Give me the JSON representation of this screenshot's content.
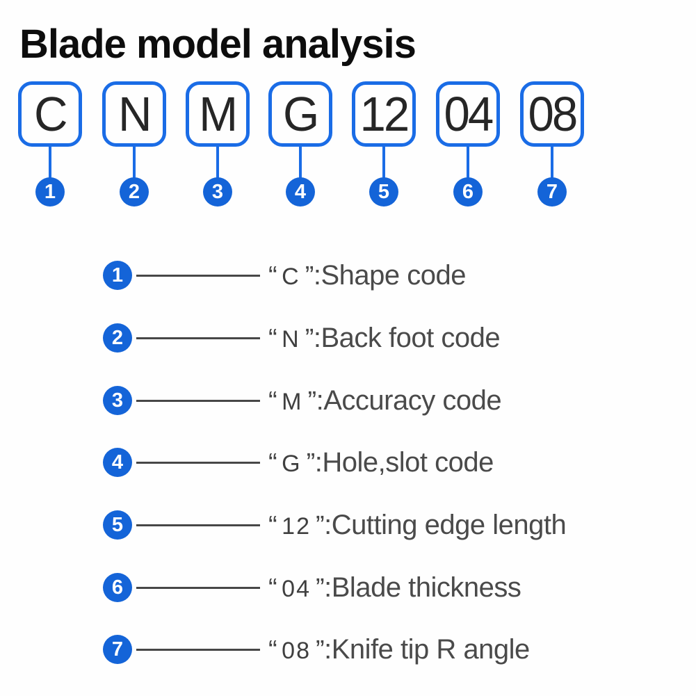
{
  "title": "Blade model analysis",
  "colors": {
    "box_border_blue": "#1a6ce6",
    "circle_fill_blue": "#1464d8",
    "legend_line_gray": "#474747",
    "box_text": "#262626",
    "legend_text": "#4a4a4a",
    "title_text": "#0d0d0d",
    "background": "#fefefe"
  },
  "model_code": {
    "segments": [
      {
        "index": "1",
        "value": "C"
      },
      {
        "index": "2",
        "value": "N"
      },
      {
        "index": "3",
        "value": "M"
      },
      {
        "index": "4",
        "value": "G"
      },
      {
        "index": "5",
        "value": "12"
      },
      {
        "index": "6",
        "value": "04"
      },
      {
        "index": "7",
        "value": "08"
      }
    ]
  },
  "legend": {
    "open_quote": "“",
    "close_quote": "”",
    "rows": [
      {
        "num": "1",
        "code": "C",
        "desc": ":Shape code"
      },
      {
        "num": "2",
        "code": "N",
        "desc": ":Back foot code"
      },
      {
        "num": "3",
        "code": "M",
        "desc": ":Accuracy code"
      },
      {
        "num": "4",
        "code": "G",
        "desc": ":Hole,slot code"
      },
      {
        "num": "5",
        "code": "12",
        "desc": ":Cutting edge length"
      },
      {
        "num": "6",
        "code": "04",
        "desc": ":Blade thickness"
      },
      {
        "num": "7",
        "code": "08",
        "desc": ":Knife tip R angle"
      }
    ]
  }
}
